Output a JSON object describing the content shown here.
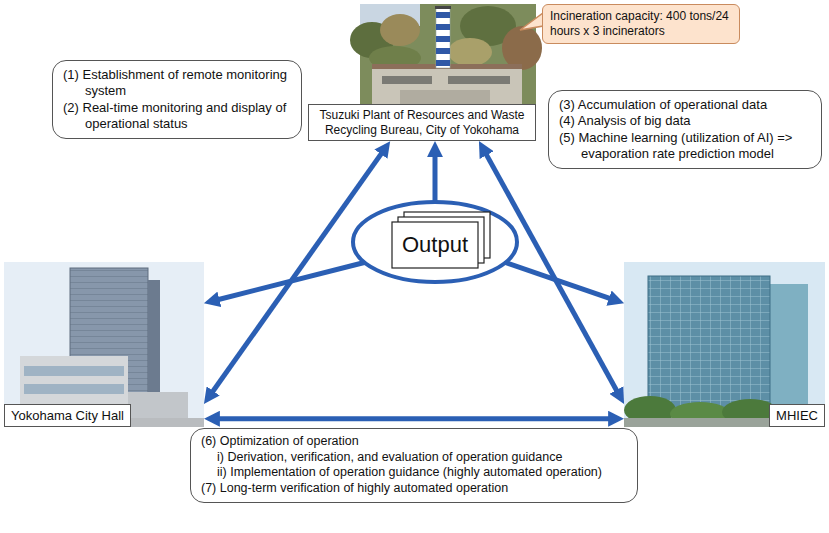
{
  "diagram": {
    "nodes": [
      {
        "text": [
          "Incineration capacity: 400 tons/24 hours x 3 incinerators"
        ]
      },
      {
        "text": [
          "Tsuzuki Plant of Resources and Waste Recycling Bureau, City of Yokohama"
        ]
      },
      {
        "text": [
          "(1) Establishment of remote monitoring system",
          "(2) Real-time monitoring and display of operational status"
        ]
      },
      {
        "text": [
          "(3) Accumulation of operational data",
          "(4) Analysis of big data",
          "(5) Machine learning (utilization of AI) => evaporation rate prediction model"
        ]
      },
      {
        "text": [
          "Yokohama City Hall"
        ]
      },
      {
        "text": [
          "Output"
        ]
      },
      {
        "text": [
          "MHIEC"
        ]
      },
      {
        "text": [
          "(6) Optimization of operation",
          "i) Derivation, verification, and evaluation of operation guidance",
          "ii) Implementation of operation guidance (highly automated operation)",
          "(7) Long-term verification of highly automated operation"
        ]
      }
    ],
    "edges": [
      {
        "from": 4,
        "to": 1,
        "arrow": "both"
      },
      {
        "from": 1,
        "to": 6,
        "arrow": "both"
      },
      {
        "from": 4,
        "to": 6,
        "arrow": "both"
      },
      {
        "from": 5,
        "to": 1,
        "arrow": "to"
      },
      {
        "from": 5,
        "to": 4,
        "arrow": "to"
      },
      {
        "from": 5,
        "to": 6,
        "arrow": "to"
      }
    ]
  }
}
